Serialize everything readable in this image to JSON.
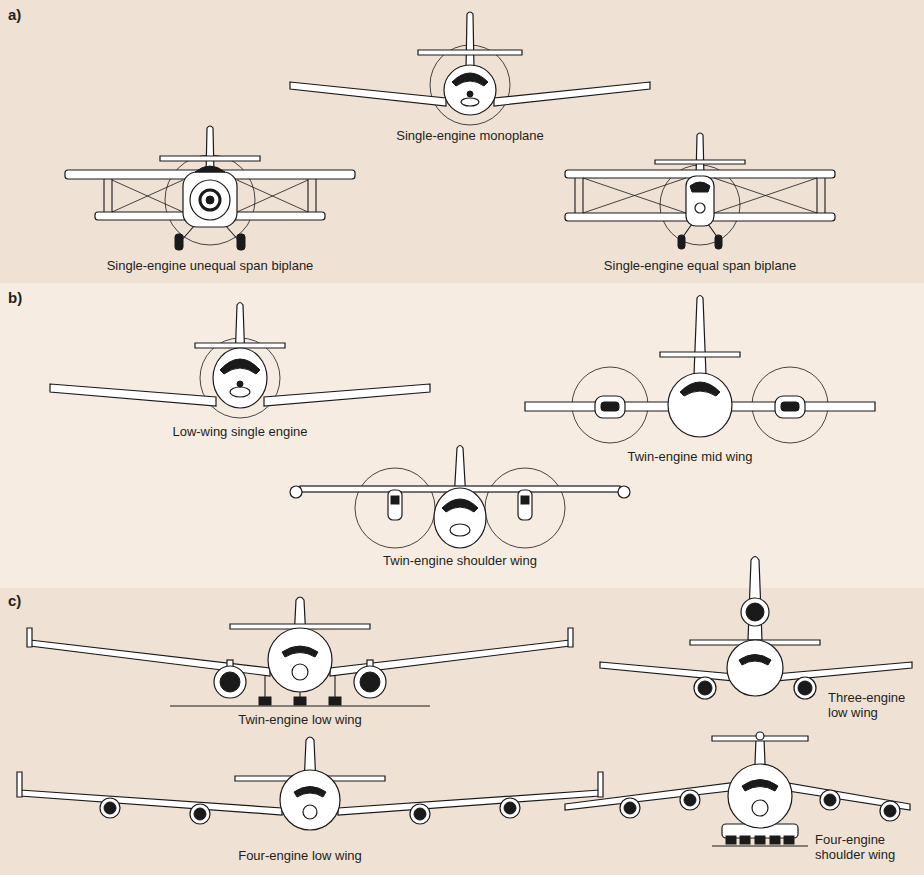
{
  "diagram": {
    "nodes": [
      {
        "text": [
          "a)",
          "Single-engine monoplane",
          "Single-engine unequal span biplane",
          "Single-engine equal span biplane"
        ]
      },
      {
        "text": [
          "b)",
          "Low-wing single engine",
          "Twin-engine mid wing",
          "Twin-engine shoulder wing"
        ]
      },
      {
        "text": [
          "c)",
          "Twin-engine low wing",
          "Three-engine low wing",
          "Four-engine low wing",
          "Four-engine shoulder wing"
        ]
      }
    ]
  }
}
